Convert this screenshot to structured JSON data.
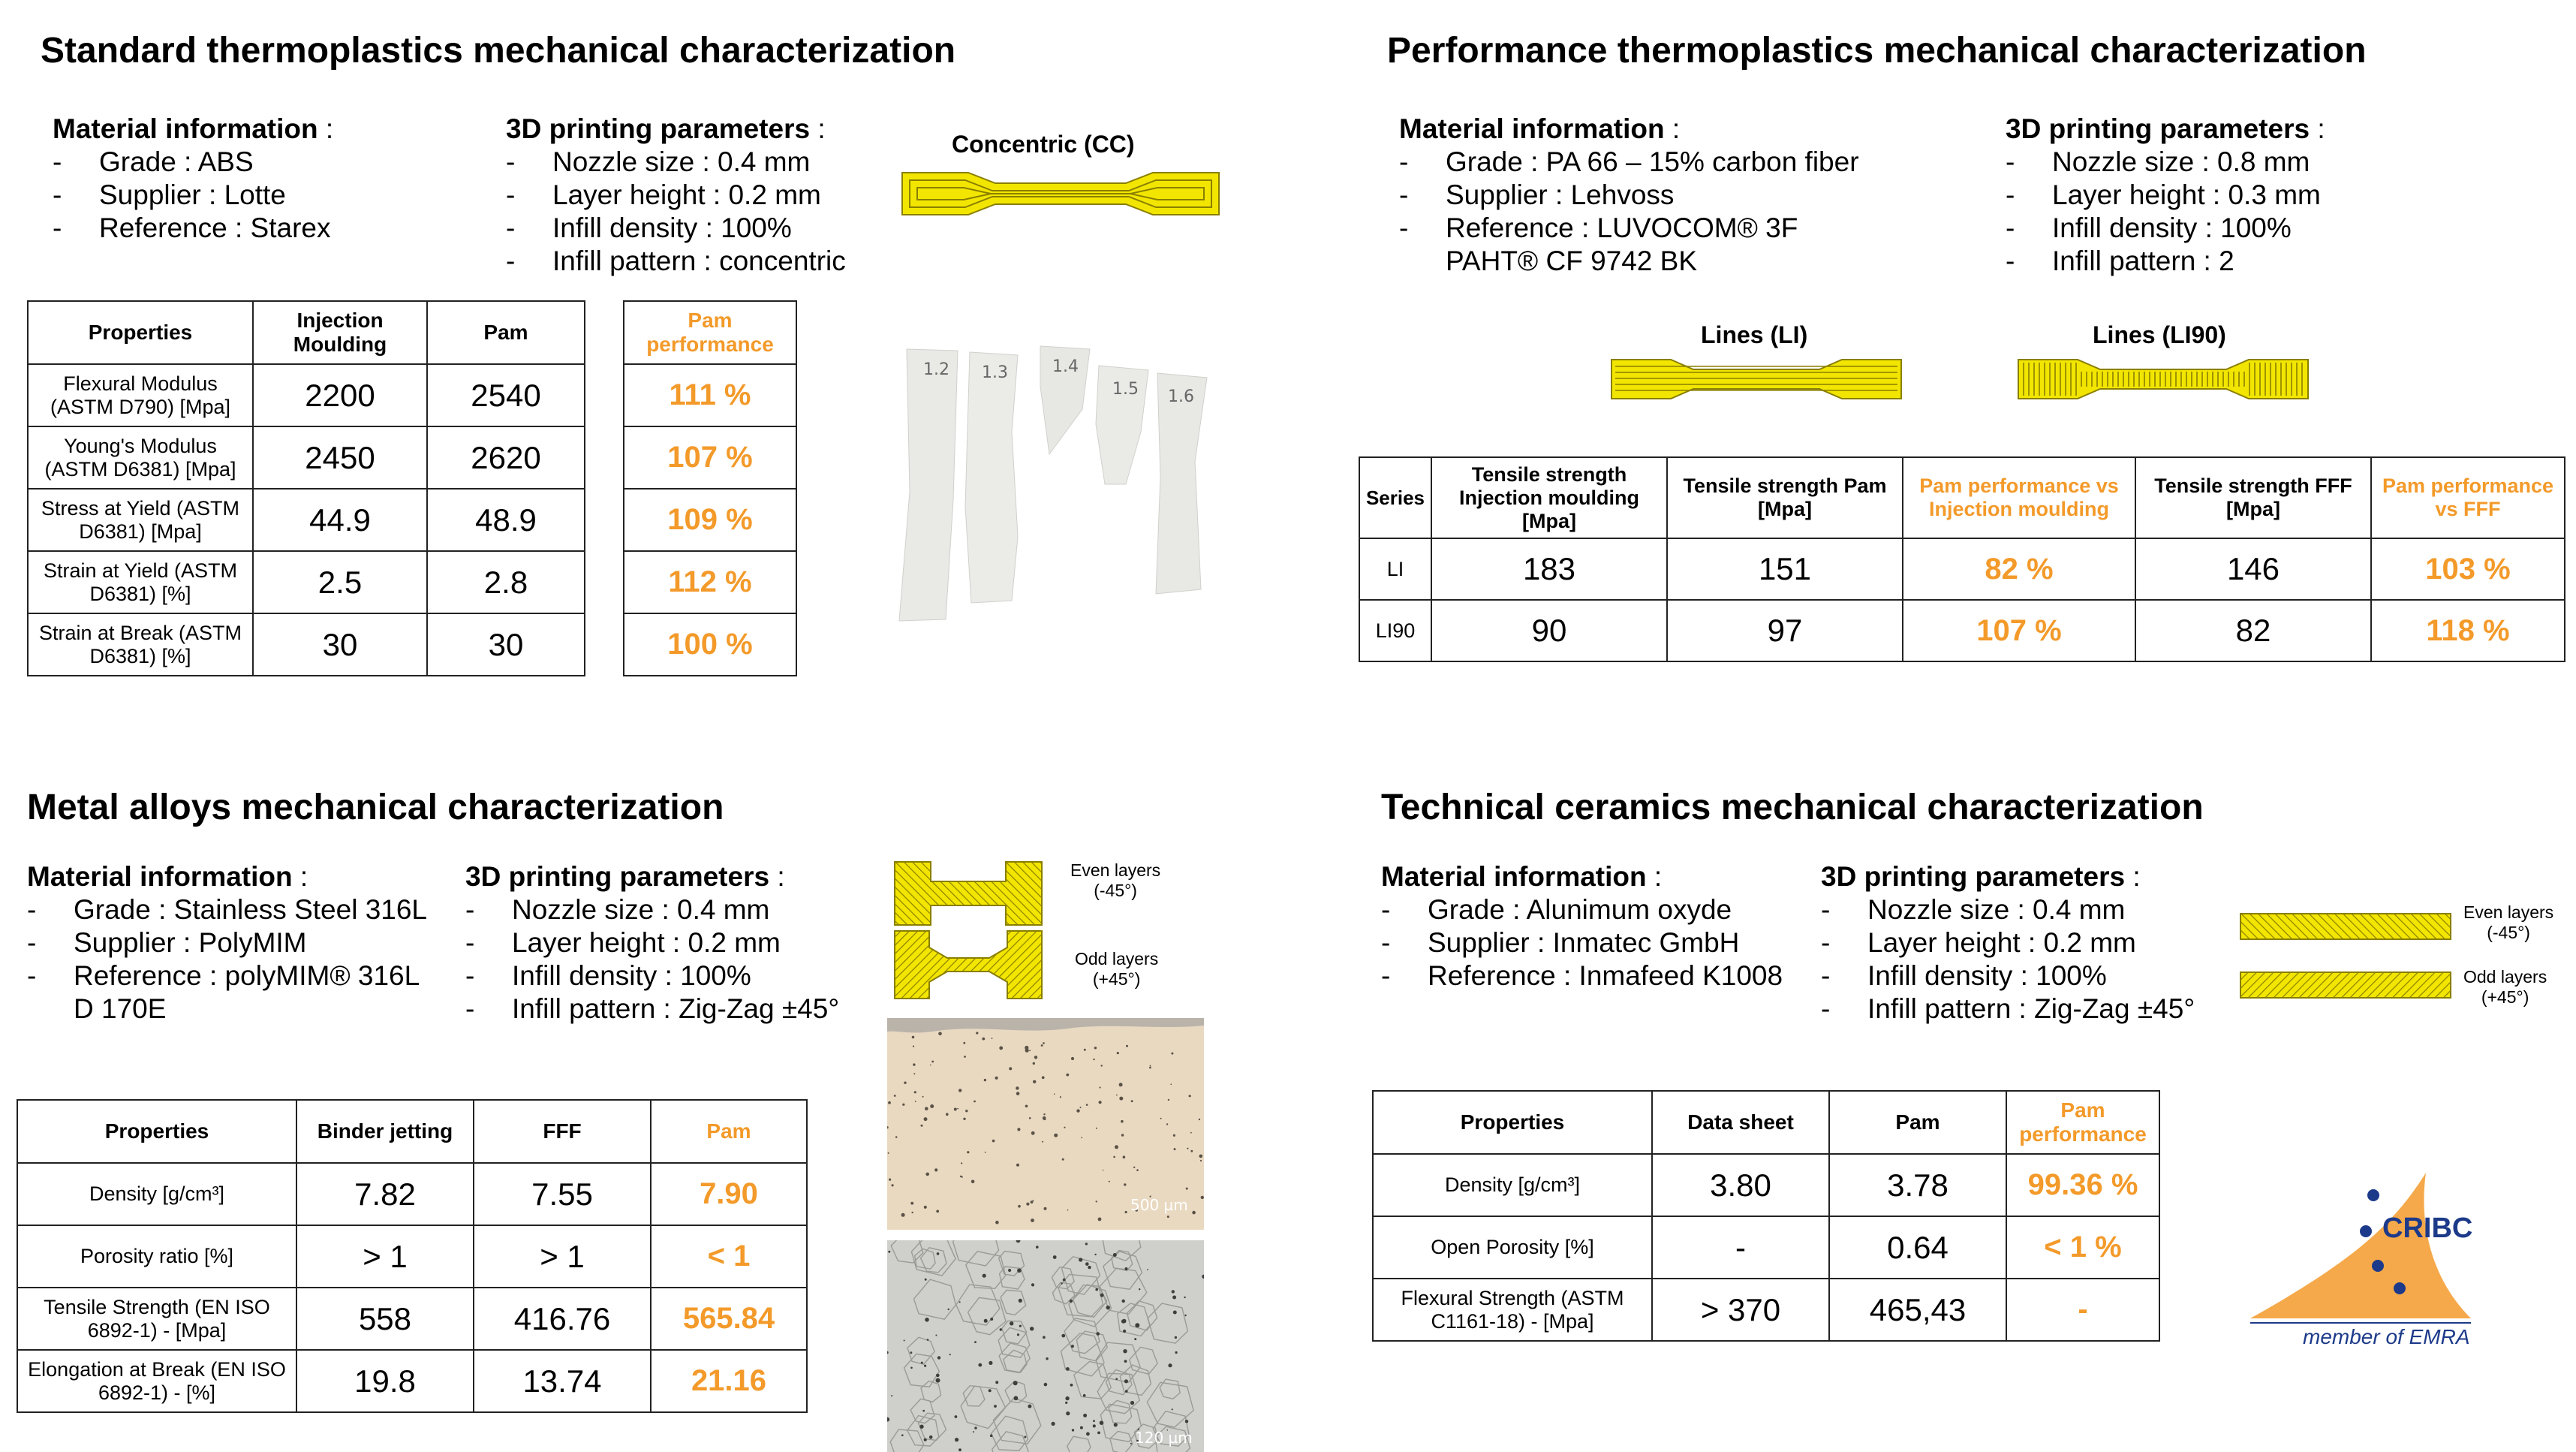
{
  "q1": {
    "title": "Standard thermoplastics mechanical characterization",
    "material": {
      "heading": "Material information",
      "lines": [
        "Grade : ABS",
        "Supplier : Lotte",
        "Reference : Starex"
      ]
    },
    "printing": {
      "heading": "3D printing parameters",
      "lines": [
        "Nozzle size : 0.4 mm",
        "Layer height : 0.2 mm",
        "Infill density : 100%",
        "Infill pattern : concentric"
      ]
    },
    "specimen_caption": "Concentric (CC)",
    "table": {
      "headers": [
        "Properties",
        "Injection Moulding",
        "Pam"
      ],
      "rows": [
        [
          "Flexural Modulus (ASTM D790) [Mpa]",
          "2200",
          "2540"
        ],
        [
          "Young's Modulus (ASTM D6381) [Mpa]",
          "2450",
          "2620"
        ],
        [
          "Stress at Yield (ASTM D6381) [Mpa]",
          "44.9",
          "48.9"
        ],
        [
          "Strain at Yield (ASTM D6381) [%]",
          "2.5",
          "2.8"
        ],
        [
          "Strain at Break (ASTM D6381) [%]",
          "30",
          "30"
        ]
      ]
    },
    "perf": {
      "header": "Pam performance",
      "values": [
        "111 %",
        "107 %",
        "109 %",
        "112 %",
        "100 %"
      ]
    },
    "sample_labels": [
      "1.2",
      "1.3",
      "1.4",
      "1.5",
      "1.6"
    ]
  },
  "q2": {
    "title": "Performance thermoplastics mechanical characterization",
    "material": {
      "heading": "Material information",
      "lines": [
        "Grade : PA 66 – 15% carbon fiber",
        "Supplier : Lehvoss",
        "Reference : LUVOCOM® 3F",
        "PAHT® CF 9742 BK"
      ]
    },
    "printing": {
      "heading": "3D printing parameters",
      "lines": [
        "Nozzle size : 0.8 mm",
        "Layer height : 0.3 mm",
        "Infill density : 100%",
        "Infill pattern : 2"
      ]
    },
    "captions": [
      "Lines (LI)",
      "Lines (LI90)"
    ],
    "table": {
      "headers": [
        "Series",
        "Tensile strength Injection moulding [Mpa]",
        "Tensile strength Pam [Mpa]",
        "Pam performance vs Injection moulding",
        "Tensile strength FFF [Mpa]",
        "Pam performance vs FFF"
      ],
      "rows": [
        [
          "LI",
          "183",
          "151",
          "82 %",
          "146",
          "103 %"
        ],
        [
          "LI90",
          "90",
          "97",
          "107 %",
          "82",
          "118 %"
        ]
      ]
    }
  },
  "q3": {
    "title": "Metal alloys mechanical characterization",
    "material": {
      "heading": "Material information",
      "lines": [
        "Grade : Stainless Steel 316L",
        "Supplier : PolyMIM",
        "Reference : polyMIM® 316L",
        "D 170E"
      ]
    },
    "printing": {
      "heading": "3D printing parameters",
      "lines": [
        "Nozzle size : 0.4 mm",
        "Layer height : 0.2 mm",
        "Infill density : 100%",
        "Infill pattern : Zig-Zag ±45°"
      ]
    },
    "layer_labels": [
      "Even layers",
      "(-45°)",
      "Odd layers",
      "(+45°)"
    ],
    "scale_labels": [
      "500 µm",
      "120 µm"
    ],
    "table": {
      "headers": [
        "Properties",
        "Binder jetting",
        "FFF",
        "Pam"
      ],
      "rows": [
        [
          "Density [g/cm³]",
          "7.82",
          "7.55",
          "7.90"
        ],
        [
          "Porosity ratio [%]",
          "> 1",
          "> 1",
          "< 1"
        ],
        [
          "Tensile Strength (EN ISO 6892-1) - [Mpa]",
          "558",
          "416.76",
          "565.84"
        ],
        [
          "Elongation at Break (EN ISO 6892-1) - [%]",
          "19.8",
          "13.74",
          "21.16"
        ]
      ]
    }
  },
  "q4": {
    "title": "Technical ceramics mechanical characterization",
    "material": {
      "heading": "Material information",
      "lines": [
        "Grade : Alunimum oxyde",
        "Supplier : Inmatec GmbH",
        "Reference : Inmafeed K1008"
      ]
    },
    "printing": {
      "heading": "3D printing parameters",
      "lines": [
        "Nozzle size : 0.4 mm",
        "Layer height : 0.2 mm",
        "Infill density : 100%",
        "Infill pattern : Zig-Zag ±45°"
      ]
    },
    "layer_labels": [
      "Even layers",
      "(-45°)",
      "Odd layers",
      "(+45°)"
    ],
    "table": {
      "headers": [
        "Properties",
        "Data sheet",
        "Pam",
        "Pam performance"
      ],
      "rows": [
        [
          "Density [g/cm³]",
          "3.80",
          "3.78",
          "99.36 %"
        ],
        [
          "Open Porosity [%]",
          "-",
          "0.64",
          "< 1 %"
        ],
        [
          "Flexural Strength (ASTM C1161-18) - [Mpa]",
          "> 370",
          "465,43",
          "-"
        ]
      ]
    }
  },
  "logo": {
    "name": "CRIBC",
    "tagline": "member of EMRA"
  },
  "colors": {
    "accent": "#f39a2a",
    "specimen_yellow": "#f2e600",
    "logo_orange": "#f5a94a",
    "logo_navy": "#1d3a8a"
  }
}
